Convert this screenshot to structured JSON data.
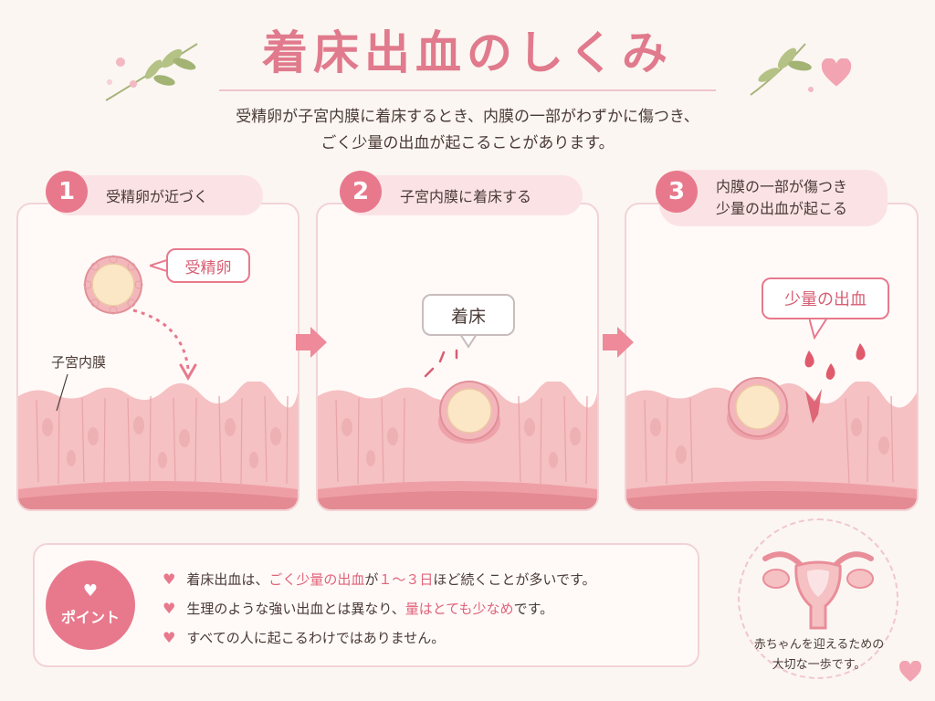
{
  "title": "着床出血のしくみ",
  "subtitle": {
    "line1": "受精卵が子宮内膜に着床するとき、内膜の一部がわずかに傷つき、",
    "line2": "ごく少量の出血が起こることがあります。"
  },
  "steps": [
    {
      "num": "1",
      "label": "受精卵が近づく"
    },
    {
      "num": "2",
      "label": "子宮内膜に着床する"
    },
    {
      "num": "3",
      "label_line1": "内膜の一部が傷つき",
      "label_line2": "少量の出血が起こる"
    }
  ],
  "callouts": {
    "fertilized_egg": "受精卵",
    "endometrium": "子宮内膜",
    "implantation": "着床",
    "small_bleeding": "少量の出血"
  },
  "points": {
    "badge": "ポイント",
    "items": [
      {
        "a": "着床出血は、",
        "b": "ごく少量の出血",
        "c": "が",
        "d": "１〜３日",
        "e": "ほど続くことが多いです。"
      },
      {
        "a": "生理のような強い出血とは異なり、",
        "b": "量はとても少なめ",
        "c": "です。"
      },
      {
        "a": "すべての人に起こるわけではありません。"
      }
    ]
  },
  "caption": {
    "line1": "赤ちゃんを迎えるための",
    "line2": "大切な一歩です。"
  },
  "colors": {
    "accent": "#e8798c",
    "title": "#e07a8c",
    "tissue": "#f2b2b5",
    "background": "#fbf6f2"
  },
  "icons": [
    "heart-icon",
    "sprig-icon",
    "uterus-icon",
    "arrow-right-icon",
    "blood-drop-icon"
  ]
}
